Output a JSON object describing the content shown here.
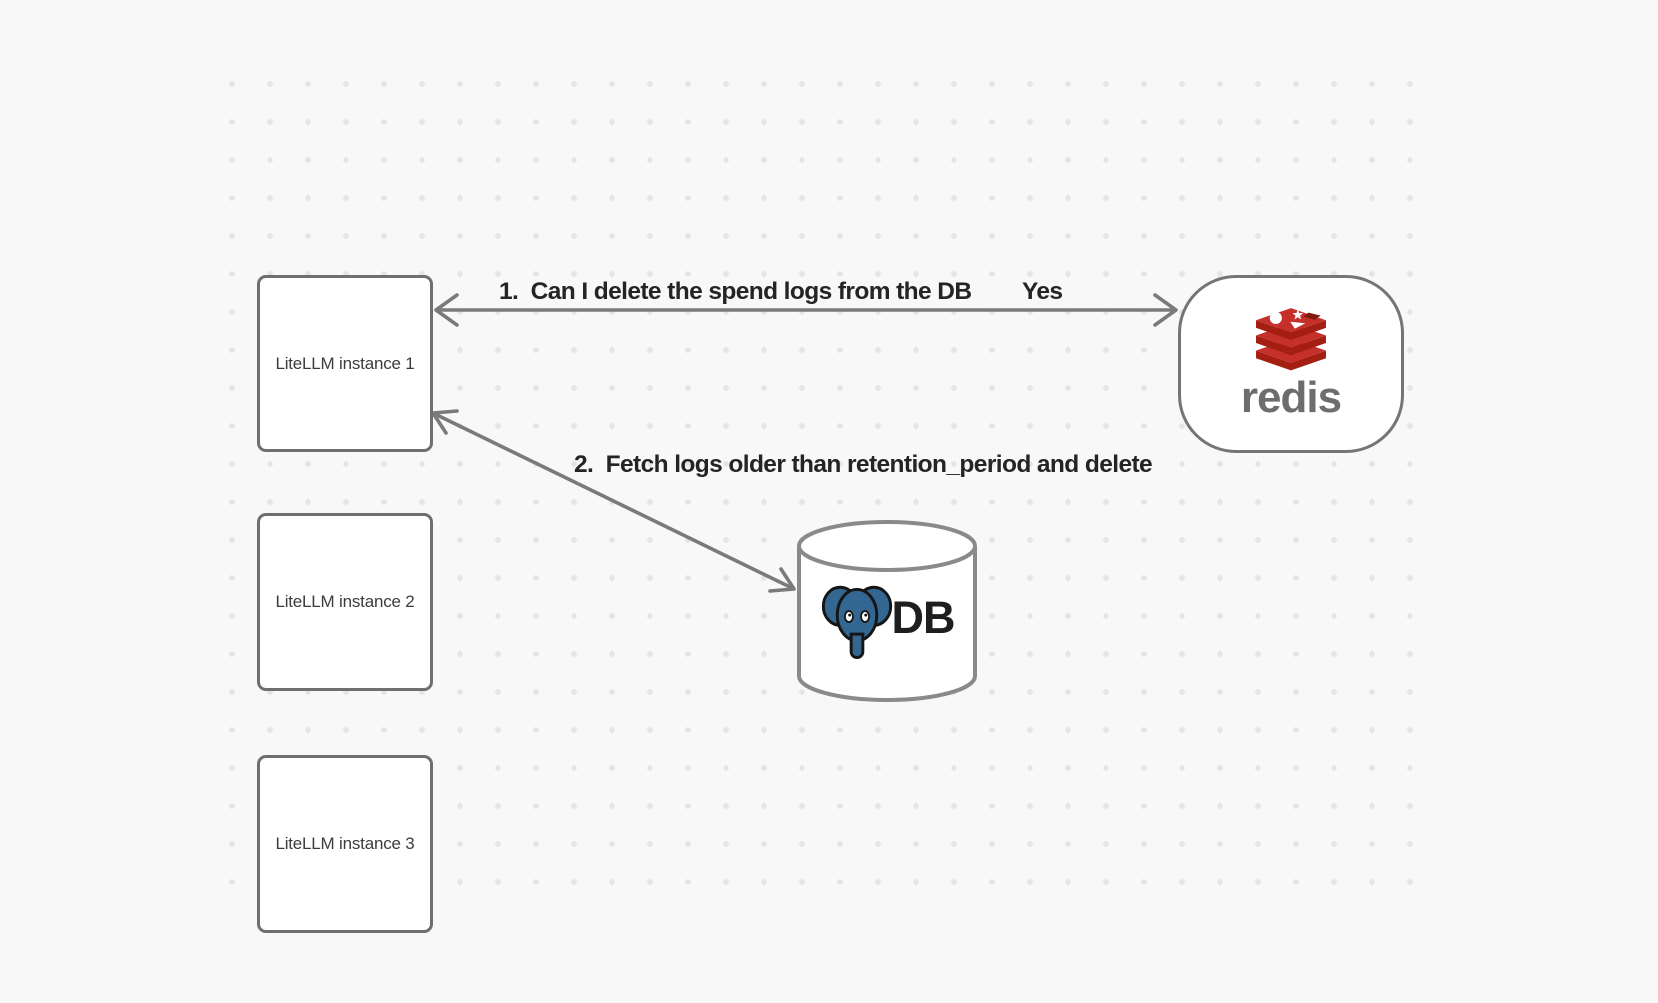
{
  "diagram": {
    "background_color": "#f8f8f8",
    "dot_color": "#e4e4e4",
    "stroke_color": "#7a7a7a",
    "instances": [
      {
        "label": "LiteLLM instance 1"
      },
      {
        "label": "LiteLLM instance 2"
      },
      {
        "label": "LiteLLM instance 3"
      }
    ],
    "redis": {
      "wordmark": "redis",
      "brand_red": "#c6302b",
      "brand_dark_red": "#a41e11",
      "cube_red": "#7e1a0e",
      "glyph_white": "#ffffff",
      "wordmark_color": "#6d6d6d"
    },
    "db": {
      "label": "DB",
      "postgres_blue": "#336791",
      "outline_black": "#151515"
    },
    "edges": [
      {
        "label": "1.  Can I delete the spend logs from the DB",
        "response": "Yes"
      },
      {
        "label": "2.  Fetch logs older than retention_period and delete"
      }
    ]
  }
}
